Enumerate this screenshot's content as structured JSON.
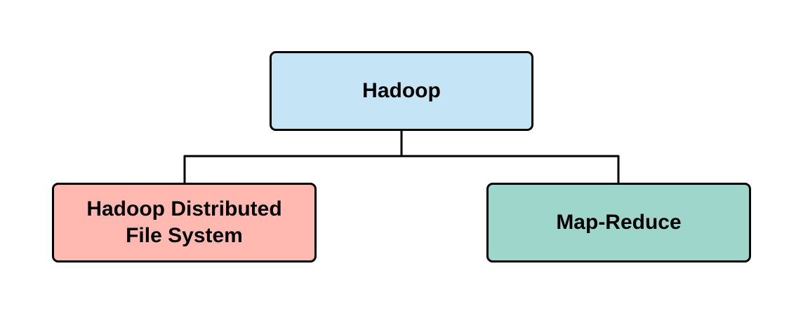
{
  "diagram": {
    "root": {
      "label": "Hadoop",
      "color": "#c5e4f6"
    },
    "children": [
      {
        "label_line1": "Hadoop Distributed",
        "label_line2": "File System",
        "color": "#ffb9b0"
      },
      {
        "label": "Map-Reduce",
        "color": "#9ed6cc"
      }
    ],
    "connector_color": "#000000"
  }
}
